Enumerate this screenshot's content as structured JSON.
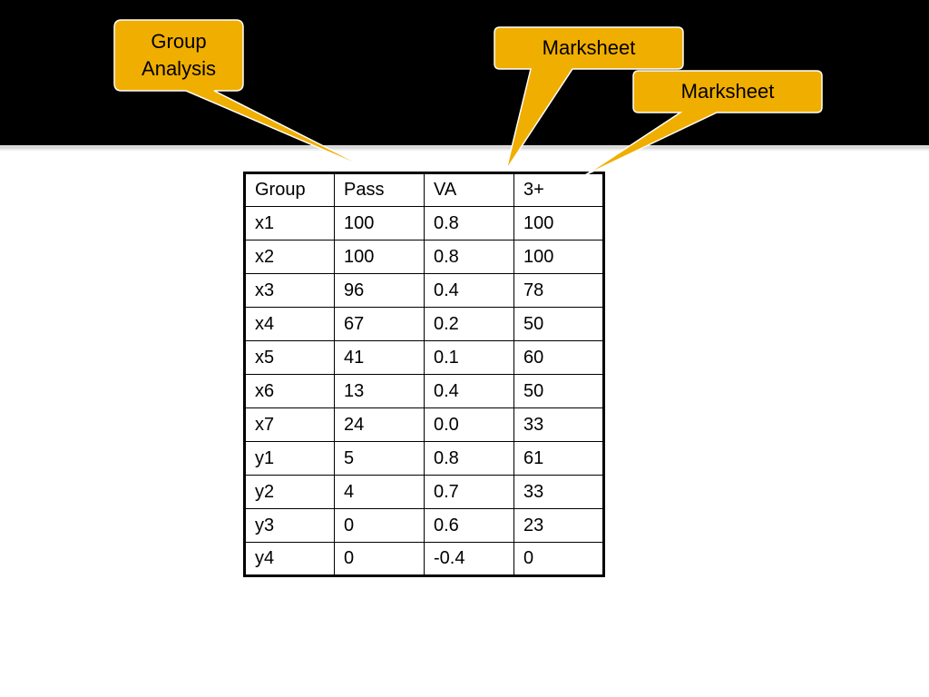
{
  "callouts": {
    "group_analysis": "Group\nAnalysis",
    "marksheet_1": "Marksheet",
    "marksheet_2": "Marksheet"
  },
  "colors": {
    "callout_fill": "#f0ae00",
    "header_band": "#000000"
  },
  "table": {
    "headers": [
      "Group",
      "Pass",
      "VA",
      "3+"
    ],
    "rows": [
      [
        "x1",
        "100",
        "0.8",
        "100"
      ],
      [
        "x2",
        "100",
        "0.8",
        "100"
      ],
      [
        "x3",
        "96",
        "0.4",
        "78"
      ],
      [
        "x4",
        "67",
        "0.2",
        "50"
      ],
      [
        "x5",
        "41",
        "0.1",
        "60"
      ],
      [
        "x6",
        "13",
        "0.4",
        "50"
      ],
      [
        "x7",
        "24",
        "0.0",
        "33"
      ],
      [
        "y1",
        "5",
        "0.8",
        "61"
      ],
      [
        "y2",
        "4",
        "0.7",
        "33"
      ],
      [
        "y3",
        "0",
        "0.6",
        "23"
      ],
      [
        "y4",
        "0",
        "-0.4",
        "0"
      ]
    ]
  }
}
